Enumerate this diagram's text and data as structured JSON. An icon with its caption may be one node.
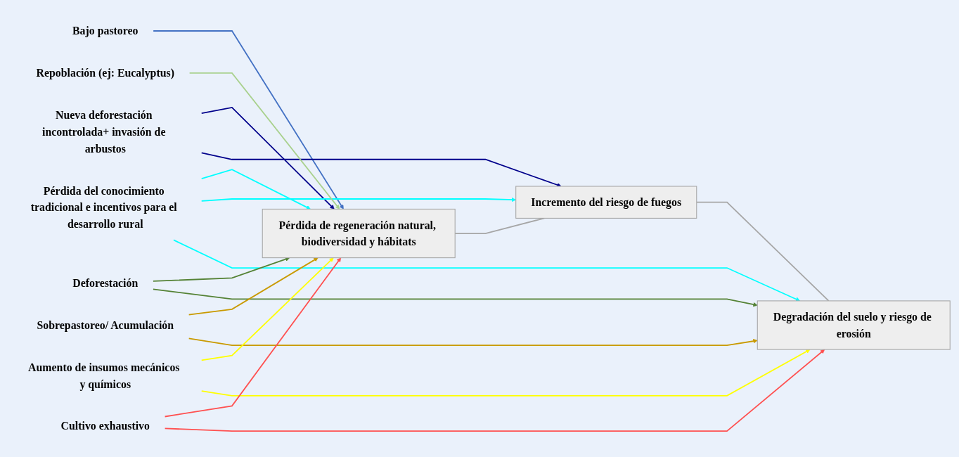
{
  "diagram": {
    "nodes": [
      {
        "text": [
          "Pérdida de regeneración natural, biodiversidad y hábitats"
        ]
      },
      {
        "text": [
          "Incremento del riesgo de fuegos"
        ]
      },
      {
        "text": [
          "Degradación del suelo y riesgo de erosión"
        ]
      },
      {
        "text": [
          "Bajo pastoreo"
        ]
      },
      {
        "text": [
          "Nueva deforestación incontrolada+ invasión de arbustos"
        ]
      },
      {
        "text": [
          "Pérdida del conocimiento tradicional e incentivos para el desarrollo rural"
        ]
      },
      {
        "text": [
          "Repoblación (ej: Eucalyptus)"
        ]
      },
      {
        "text": [
          "Deforestación"
        ]
      },
      {
        "text": [
          "Sobrepastoreo/ Acumulación"
        ]
      },
      {
        "text": [
          "Aumento de insumos mecánicos y químicos"
        ]
      },
      {
        "text": [
          "Cultivo exhaustivo"
        ]
      }
    ],
    "edges": [
      {
        "from": 0,
        "to": 1,
        "arrow": "none",
        "color": "#a6a6a6"
      },
      {
        "from": 1,
        "to": 2,
        "arrow": "none",
        "color": "#a6a6a6"
      },
      {
        "from": 3,
        "to": 0,
        "arrow": "to",
        "color": "#4472c4"
      },
      {
        "from": 4,
        "to": 0,
        "arrow": "to",
        "color": "#00008b"
      },
      {
        "from": 4,
        "to": 1,
        "arrow": "to",
        "color": "#00008b"
      },
      {
        "from": 5,
        "to": 0,
        "arrow": "to",
        "color": "#00ffff"
      },
      {
        "from": 5,
        "to": 1,
        "arrow": "to",
        "color": "#00ffff"
      },
      {
        "from": 5,
        "to": 2,
        "arrow": "to",
        "color": "#00ffff"
      },
      {
        "from": 6,
        "to": 0,
        "arrow": "to",
        "color": "#a9d18e"
      },
      {
        "from": 7,
        "to": 0,
        "arrow": "to",
        "color": "#548235"
      },
      {
        "from": 7,
        "to": 2,
        "arrow": "to",
        "color": "#548235"
      },
      {
        "from": 8,
        "to": 0,
        "arrow": "to",
        "color": "#c99a00"
      },
      {
        "from": 8,
        "to": 2,
        "arrow": "to",
        "color": "#c99a00"
      },
      {
        "from": 9,
        "to": 0,
        "arrow": "to",
        "color": "#ffff00"
      },
      {
        "from": 9,
        "to": 2,
        "arrow": "to",
        "color": "#ffff00"
      },
      {
        "from": 10,
        "to": 0,
        "arrow": "to",
        "color": "#ff5050"
      },
      {
        "from": 10,
        "to": 2,
        "arrow": "to",
        "color": "#ff5050"
      }
    ]
  }
}
